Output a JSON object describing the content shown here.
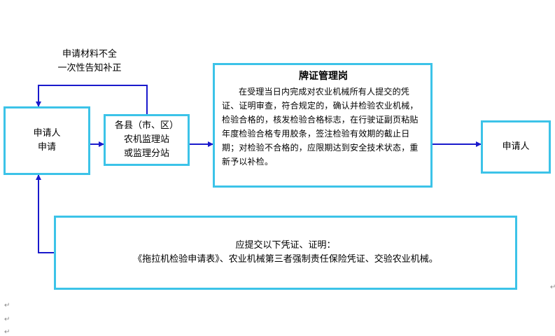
{
  "note_top": [
    "申请材料不全",
    "一次性告知补正"
  ],
  "applicant_box": [
    "申请人",
    "申请"
  ],
  "station_box": [
    "各县（市、区）",
    "农机监理站",
    "或监理分站"
  ],
  "post_box": {
    "title": "牌证管理岗",
    "description": "在受理当日内完成对农业机械所有人提交的凭证、证明审查，符合规定的，确认并检验农业机械，检验合格的，核发检验合格标志，在行驶证副页粘贴年度检验合格专用胶条，签注检验有效期的截止日期；对检验不合格的，应限期达到安全技术状态，重新予以补检。"
  },
  "applicant_result": "申请人",
  "requirements": {
    "line1": "应提交以下凭证、证明：",
    "line2": "《拖拉机检验申请表》、农业机械第三者强制责任保险凭证、交验农业机械。"
  },
  "colors": {
    "box_border": "#3cc3e8",
    "arrow": "#1a1acc"
  },
  "marks": {
    "return_mark": "↵",
    "side_mark": "↵"
  }
}
